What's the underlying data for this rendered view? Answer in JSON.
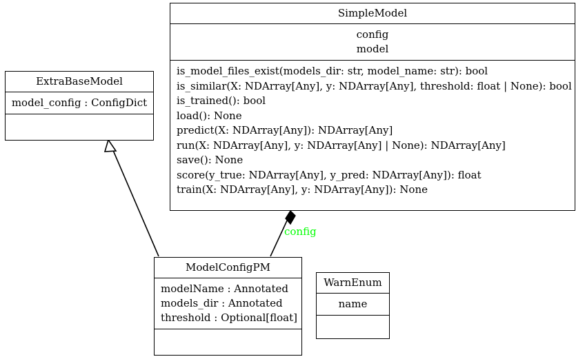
{
  "diagram": {
    "type": "uml-class-diagram",
    "background_color": "#ffffff",
    "line_color": "#000000",
    "text_color": "#000000"
  },
  "classes": {
    "simple_model": {
      "name": "SimpleModel",
      "attributes": [
        "config",
        "model"
      ],
      "methods": [
        "is_model_files_exist(models_dir: str, model_name: str): bool",
        "is_similar(X: NDArray[Any], y: NDArray[Any], threshold: float | None): bool",
        "is_trained(): bool",
        "load(): None",
        "predict(X: NDArray[Any]): NDArray[Any]",
        "run(X: NDArray[Any], y: NDArray[Any] | None): NDArray[Any]",
        "save(): None",
        "score(y_true: NDArray[Any], y_pred: NDArray[Any]): float",
        "train(X: NDArray[Any], y: NDArray[Any]): None"
      ]
    },
    "extra_base_model": {
      "name": "ExtraBaseModel",
      "attributes": [
        "model_config : ConfigDict"
      ],
      "methods": []
    },
    "model_config_pm": {
      "name": "ModelConfigPM",
      "attributes": [
        "modelName : Annotated",
        "models_dir : Annotated",
        "threshold : Optional[float]"
      ],
      "methods": []
    },
    "warn_enum": {
      "name": "WarnEnum",
      "attributes": [
        "name"
      ],
      "methods": []
    }
  },
  "relationships": [
    {
      "id": "inheritance",
      "kind": "generalization",
      "from": "ModelConfigPM",
      "to": "ExtraBaseModel",
      "arrowhead": "hollow-triangle",
      "label": "",
      "label_color": ""
    },
    {
      "id": "composition",
      "kind": "composition",
      "from": "SimpleModel",
      "to": "ModelConfigPM",
      "arrowhead": "filled-diamond",
      "label": "config",
      "label_color": "#00ff00"
    }
  ]
}
